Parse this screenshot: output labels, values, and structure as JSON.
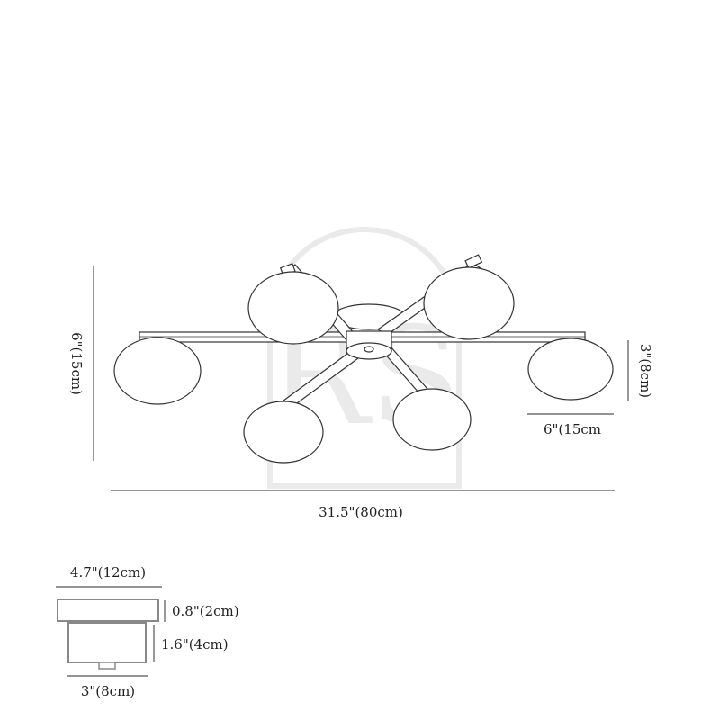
{
  "dimensions": {
    "height_total": "6\"(15cm)",
    "globe_height": "3\"(8cm)",
    "globe_width": "6\"(15cm",
    "total_width": "31.5\"(80cm)",
    "canopy_top_width": "4.7\"(12cm)",
    "canopy_top_height": "0.8\"(2cm)",
    "canopy_body_height": "1.6\"(4cm)",
    "canopy_bottom_width": "3\"(8cm)"
  },
  "watermark": "RS"
}
